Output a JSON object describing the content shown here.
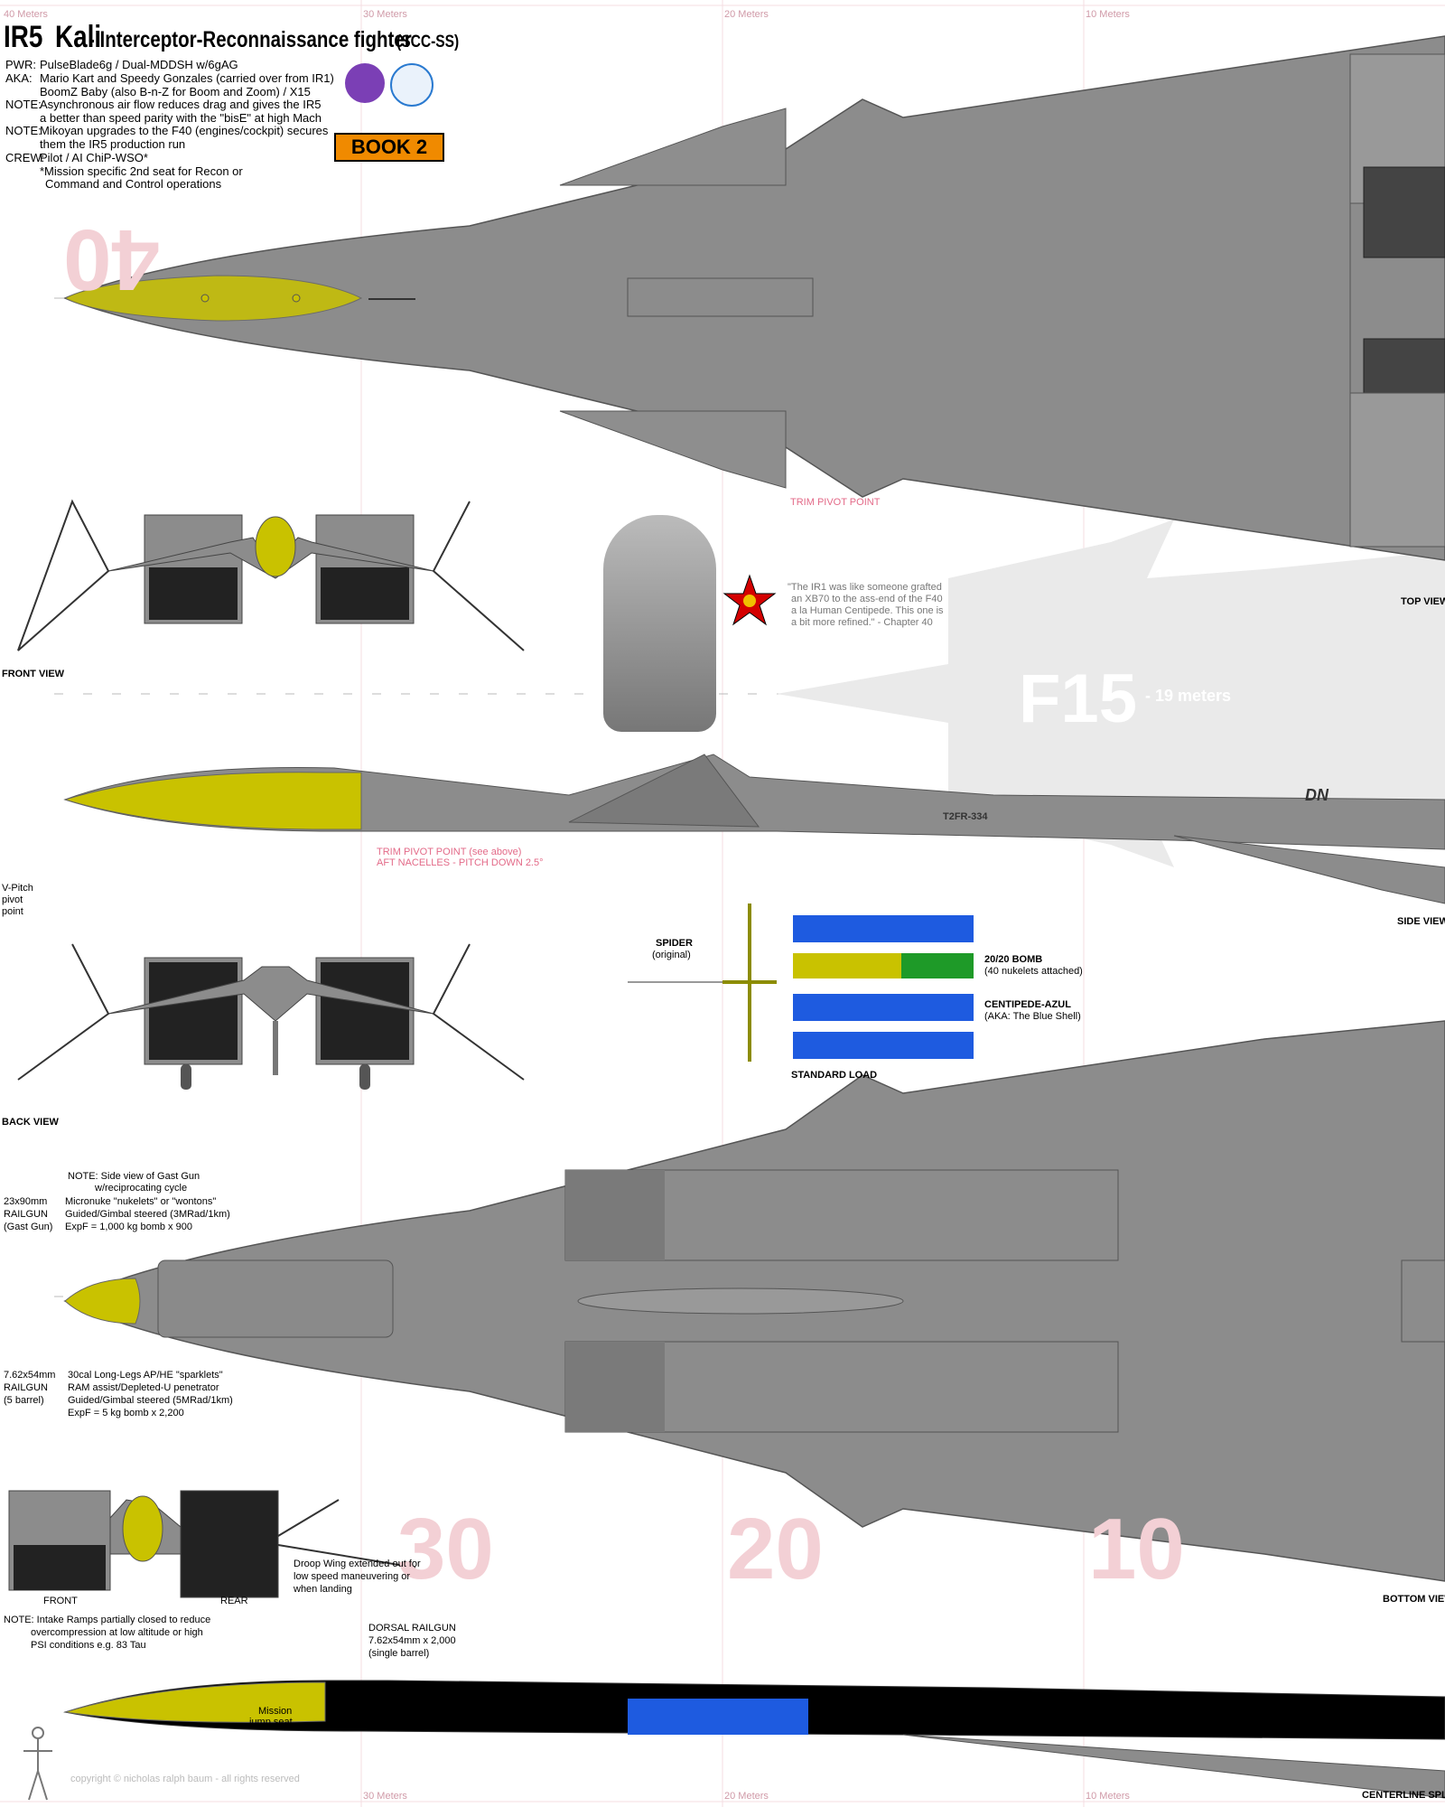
{
  "title": {
    "code": "IR5",
    "name": "Kali",
    "subtitle": "- Interceptor-Reconnaissance fighter",
    "designation": "(SCC-SS)"
  },
  "specs": [
    {
      "label": "PWR:",
      "text": "PulseBlade6g / Dual-MDDSH w/6gAG"
    },
    {
      "label": "AKA:",
      "text": "Mario Kart and Speedy Gonzales (carried over from IR1)"
    },
    {
      "label": "",
      "text": "BoomZ Baby (also B-n-Z for Boom and Zoom) / X15"
    },
    {
      "label": "NOTE:",
      "text": "Asynchronous air flow reduces drag and gives the IR5"
    },
    {
      "label": "",
      "text": "a better than speed parity with the \"bisE\" at high Mach"
    },
    {
      "label": "NOTE:",
      "text": "Mikoyan upgrades to the F40 (engines/cockpit) secures"
    },
    {
      "label": "",
      "text": "them the IR5 production run"
    },
    {
      "label": "CREW:",
      "text": "Pilot / AI ChiP-WSO*"
    },
    {
      "label": "",
      "text": "*Mission specific 2nd seat for Recon or"
    },
    {
      "label": "",
      "text": "Command and Control operations"
    }
  ],
  "book_badge": "BOOK 2",
  "meter_labels": {
    "m40": "40 Meters",
    "m30": "30 Meters",
    "m20": "20 Meters",
    "m10": "10 Meters"
  },
  "scale_numbers": {
    "n40": "40",
    "n30": "30",
    "n20": "20",
    "n10": "10"
  },
  "view_labels": {
    "top": "TOP VIEW",
    "front": "FRONT VIEW",
    "side": "SIDE VIEW",
    "back": "BACK VIEW",
    "bottom": "BOTTOM VIEW",
    "centerline": "CENTERLINE SPLIT",
    "front_small": "FRONT",
    "rear_small": "REAR"
  },
  "annotations": {
    "trim_pivot": "TRIM PIVOT POINT",
    "trim_pivot_aft_1": "TRIM PIVOT POINT (see above)",
    "trim_pivot_aft_2": "AFT NACELLES - PITCH DOWN 2.5°",
    "vpitch_1": "V-Pitch",
    "vpitch_2": "pivot",
    "vpitch_3": "point",
    "serial": "T2FR-334",
    "tail_code": "DN",
    "f15_label": "F15",
    "f15_size": "- 19 meters",
    "quote_1": "\"The IR1 was like someone grafted",
    "quote_2": "an XB70 to the ass-end of the F40",
    "quote_3": "a la Human Centipede.  This one is",
    "quote_4": "a bit more refined.\"  - Chapter 40"
  },
  "loads": {
    "spider_1": "SPIDER",
    "spider_2": "(original)",
    "bomb_1": "20/20 BOMB",
    "bomb_2": "(40 nukelets attached)",
    "centipede_1": "CENTIPEDE-AZUL",
    "centipede_2": "(AKA: The Blue Shell)",
    "standard": "STANDARD LOAD"
  },
  "weapons": {
    "gast_note_1": "NOTE: Side view of Gast Gun",
    "gast_note_2": "w/reciprocating cycle",
    "railgun_a_1": "23x90mm",
    "railgun_a_2": "RAILGUN",
    "railgun_a_3": "(Gast Gun)",
    "micro_1": "Micronuke \"nukelets\" or \"wontons\"",
    "micro_2": "Guided/Gimbal steered (3MRad/1km)",
    "micro_3": "ExpF = 1,000 kg bomb x 900",
    "railgun_b_1": "7.62x54mm",
    "railgun_b_2": "RAILGUN",
    "railgun_b_3": "(5 barrel)",
    "cal_1": "30cal Long-Legs AP/HE \"sparklets\"",
    "cal_2": "RAM assist/Depleted-U penetrator",
    "cal_3": "Guided/Gimbal steered (5MRad/1km)",
    "cal_4": "ExpF = 5 kg bomb x 2,200"
  },
  "bottom_notes": {
    "droop_1": "Droop Wing extended out for",
    "droop_2": "low speed maneuvering or",
    "droop_3": "when landing",
    "intake_1": "NOTE: Intake Ramps partially closed to reduce",
    "intake_2": "overcompression at low altitude or high",
    "intake_3": "PSI conditions e.g. 83 Tau",
    "dorsal_1": "DORSAL RAILGUN",
    "dorsal_2": "7.62x54mm x 2,000",
    "dorsal_3": "(single barrel)",
    "mission_1": "Mission",
    "mission_2": "jump seat"
  },
  "copyright": "copyright © nicholas ralph baum - all rights reserved",
  "colors": {
    "hull": "#8c8c8c",
    "hull_dark": "#7a7a7a",
    "nose": "#c9c200",
    "blue_load": "#1e5be0",
    "green_load": "#1e9a28",
    "badge_bg": "#f08a00",
    "badge_fg": "#000000",
    "pink": "#e36a88",
    "meter": "#d09aa8"
  },
  "icons": [
    "mig-logo-icon",
    "paper-plane-logo-icon",
    "kali-figure-icon",
    "star-roundel-icon",
    "skeleton-icon"
  ]
}
